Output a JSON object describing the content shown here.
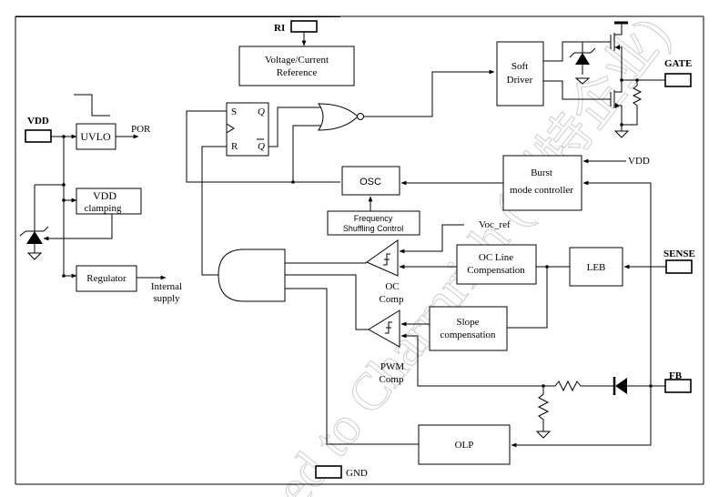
{
  "diagram": {
    "type": "block-diagram",
    "title": "",
    "pins": {
      "ri": "RI",
      "vdd": "VDD",
      "gate": "GATE",
      "sense": "SENSE",
      "fb": "FB",
      "gnd": "GND"
    },
    "blocks": {
      "reference_line1": "Voltage/Current",
      "reference_line2": "Reference",
      "uvlo": "UVLO",
      "vdd_clamping_line1": "VDD",
      "vdd_clamping_line2": "clamping",
      "regulator": "Regulator",
      "soft_driver_line1": "Soft",
      "soft_driver_line2": "Driver",
      "osc": "OSC",
      "freq_shuffle_line1": "Frequency",
      "freq_shuffle_line2": "Shuffling Control",
      "burst_line1": "Burst",
      "burst_line2": "mode controller",
      "oc_line_comp_line1": "OC Line",
      "oc_line_comp_line2": "Compensation",
      "leb": "LEB",
      "slope_comp_line1": "Slope",
      "slope_comp_line2": "compensation",
      "olp": "OLP"
    },
    "flipflop": {
      "s": "S",
      "r": "R",
      "q": "Q",
      "qbar": "Q"
    },
    "labels": {
      "por": "POR",
      "internal_line1": "Internal",
      "internal_line2": "supply",
      "vdd_burst": "VDD",
      "voc_ref": "Voc_ref",
      "oc_comp_line1": "OC",
      "oc_comp_line2": "Comp",
      "pwm_comp_line1": "PWM",
      "pwm_comp_line2": "Comp"
    },
    "watermark": "ed to Charmrich (创特企业)"
  }
}
